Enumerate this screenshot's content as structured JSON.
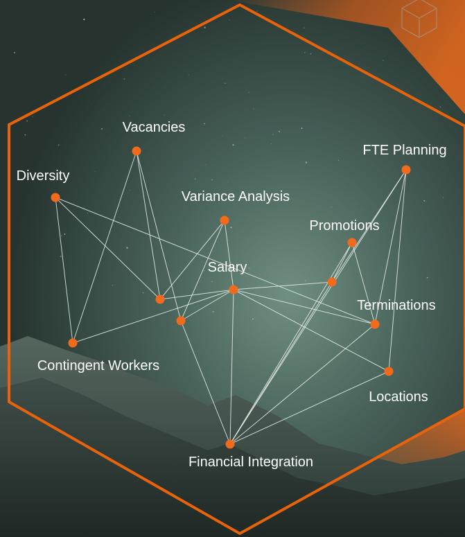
{
  "colors": {
    "accent": "#e8630a",
    "node": "#f26a1b",
    "edge": "#e8eee9",
    "label": "#ffffff"
  },
  "nodes": [
    {
      "id": "vacancies",
      "label": "Vacancies"
    },
    {
      "id": "diversity",
      "label": "Diversity"
    },
    {
      "id": "variance",
      "label": "Variance Analysis"
    },
    {
      "id": "fte",
      "label": "FTE Planning"
    },
    {
      "id": "promotions",
      "label": "Promotions"
    },
    {
      "id": "salary",
      "label": "Salary"
    },
    {
      "id": "terminations",
      "label": "Terminations"
    },
    {
      "id": "contingent",
      "label": "Contingent Workers"
    },
    {
      "id": "locations",
      "label": "Locations"
    },
    {
      "id": "financial",
      "label": "Financial Integration"
    },
    {
      "id": "hub-a",
      "label": ""
    },
    {
      "id": "hub-b",
      "label": ""
    },
    {
      "id": "hub-c",
      "label": ""
    }
  ],
  "edges": [
    [
      "vacancies",
      "hub-a"
    ],
    [
      "vacancies",
      "hub-b"
    ],
    [
      "vacancies",
      "contingent"
    ],
    [
      "diversity",
      "hub-a"
    ],
    [
      "diversity",
      "contingent"
    ],
    [
      "diversity",
      "terminations"
    ],
    [
      "variance",
      "hub-a"
    ],
    [
      "variance",
      "hub-b"
    ],
    [
      "variance",
      "salary"
    ],
    [
      "salary",
      "hub-a"
    ],
    [
      "salary",
      "hub-b"
    ],
    [
      "salary",
      "hub-c"
    ],
    [
      "salary",
      "contingent"
    ],
    [
      "salary",
      "terminations"
    ],
    [
      "salary",
      "locations"
    ],
    [
      "salary",
      "financial"
    ],
    [
      "hub-b",
      "financial"
    ],
    [
      "hub-c",
      "financial"
    ],
    [
      "promotions",
      "hub-c"
    ],
    [
      "promotions",
      "terminations"
    ],
    [
      "promotions",
      "financial"
    ],
    [
      "fte",
      "terminations"
    ],
    [
      "fte",
      "locations"
    ],
    [
      "fte",
      "hub-c"
    ],
    [
      "fte",
      "financial"
    ],
    [
      "terminations",
      "financial"
    ],
    [
      "locations",
      "financial"
    ]
  ]
}
